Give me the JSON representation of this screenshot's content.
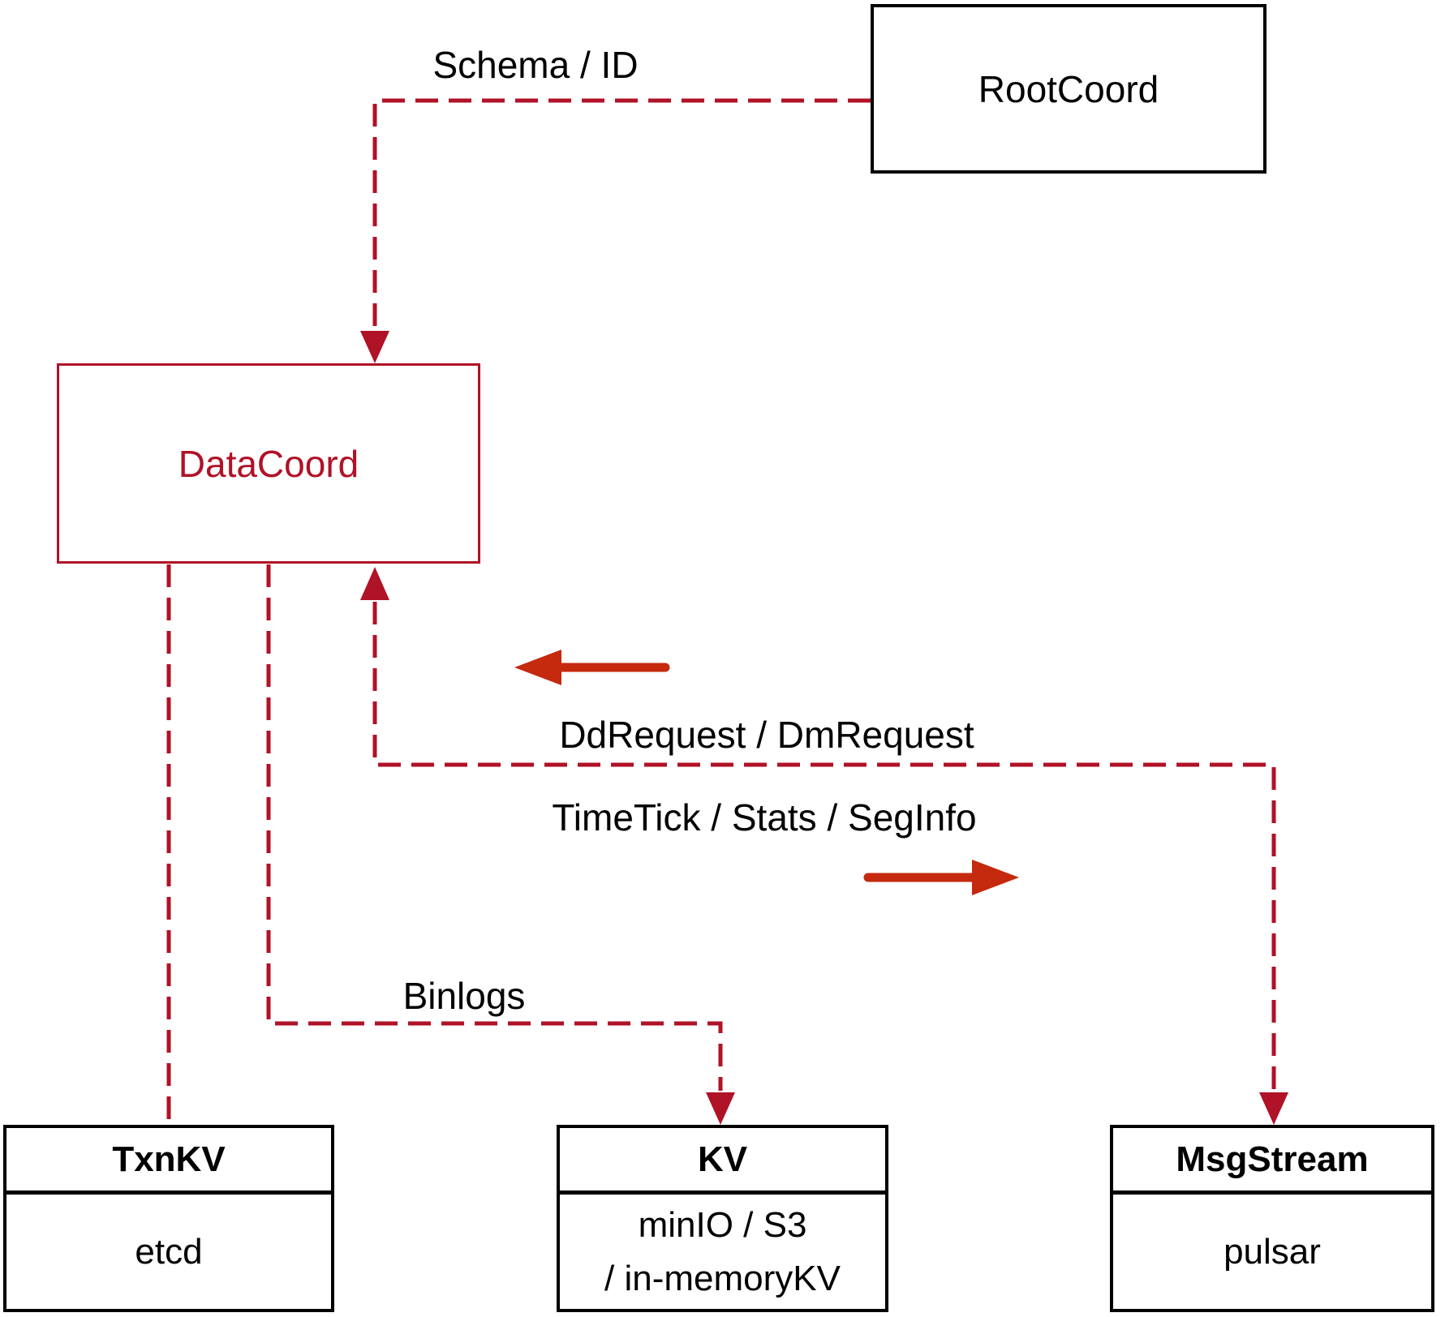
{
  "colors": {
    "crimson": "#B01227",
    "arrow_red": "#C5290E",
    "box_black": "#000000",
    "text_black": "#000000",
    "background": "#FFFFFF"
  },
  "nodes": {
    "rootcoord": {
      "label": "RootCoord"
    },
    "datacoord": {
      "label": "DataCoord"
    },
    "txnkv": {
      "title": "TxnKV",
      "body": "etcd"
    },
    "kv": {
      "title": "KV",
      "body_line1": "minIO / S3",
      "body_line2": "/ in-memoryKV"
    },
    "msgstream": {
      "title": "MsgStream",
      "body": "pulsar"
    }
  },
  "edge_labels": {
    "schema_id": "Schema / ID",
    "dd_dm_request": "DdRequest / DmRequest",
    "timetick_stats_seginfo": "TimeTick / Stats / SegInfo",
    "binlogs": "Binlogs"
  }
}
